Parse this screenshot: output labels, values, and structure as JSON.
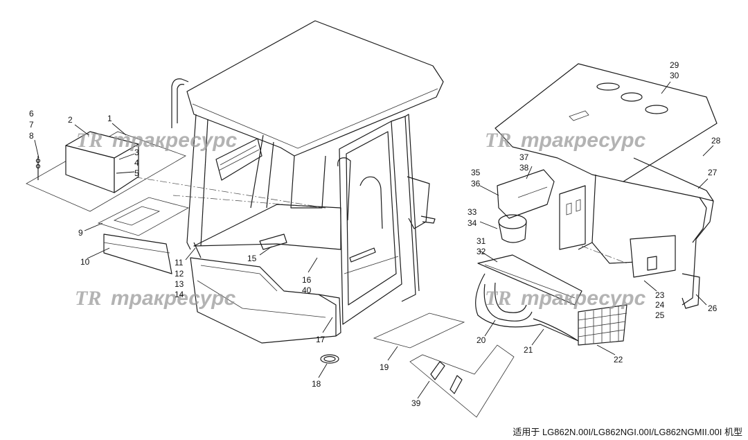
{
  "callouts": [
    "1",
    "2",
    "3",
    "4",
    "5",
    "6",
    "7",
    "8",
    "9",
    "10",
    "11",
    "12",
    "13",
    "14",
    "15",
    "16",
    "40",
    "17",
    "18",
    "19",
    "20",
    "21",
    "22",
    "23",
    "24",
    "25",
    "26",
    "27",
    "28",
    "29",
    "30",
    "31",
    "32",
    "33",
    "34",
    "35",
    "36",
    "37",
    "38",
    "39"
  ],
  "watermark": {
    "logo": "TR",
    "text": "тракресурс"
  },
  "footer": {
    "text": "适用于  LG862N.00I/LG862NGI.00I/LG862NGMII.00I 机型"
  }
}
